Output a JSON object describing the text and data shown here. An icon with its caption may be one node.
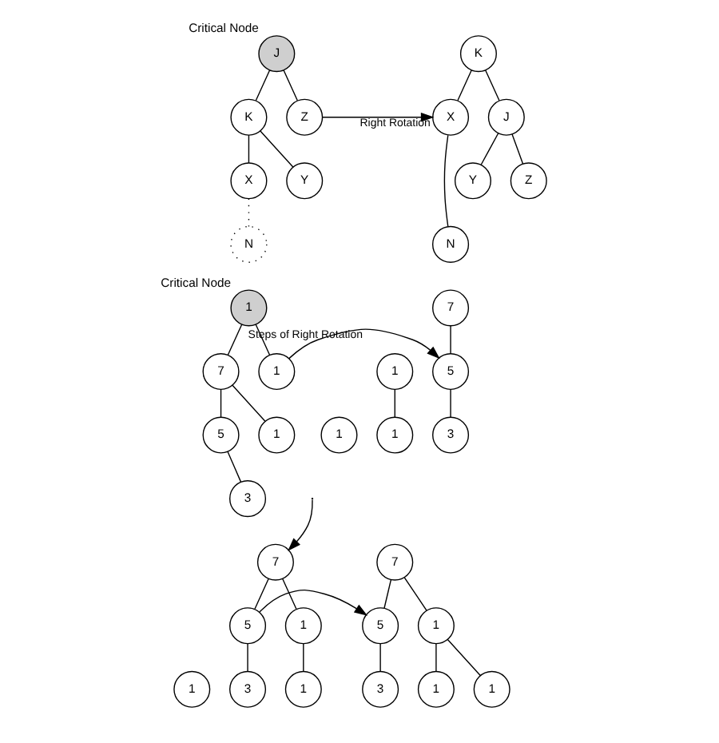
{
  "diagram": {
    "nodes": [
      {
        "text": [
          "J"
        ],
        "beside": [
          "Critical Node"
        ]
      },
      {
        "text": [
          "K"
        ]
      },
      {
        "text": [
          "Z"
        ]
      },
      {
        "text": [
          "X"
        ]
      },
      {
        "text": [
          "Y"
        ]
      },
      {
        "text": [
          "N"
        ]
      },
      {
        "text": [
          "K"
        ]
      },
      {
        "text": [
          "X"
        ]
      },
      {
        "text": [
          "J"
        ]
      },
      {
        "text": [
          "N"
        ]
      },
      {
        "text": [
          "Y"
        ]
      },
      {
        "text": [
          "Z"
        ]
      },
      {
        "text": [
          "1"
        ],
        "beside": [
          "Critical Node"
        ]
      },
      {
        "text": [
          "7"
        ]
      },
      {
        "text": [
          "1"
        ]
      },
      {
        "text": [
          "5"
        ]
      },
      {
        "text": [
          "1"
        ]
      },
      {
        "text": [
          "3"
        ]
      },
      {
        "text": [
          "7"
        ]
      },
      {
        "text": [
          "5"
        ]
      },
      {
        "text": [
          "1"
        ]
      },
      {
        "text": [
          "3"
        ]
      },
      {
        "text": [
          "1"
        ]
      },
      {
        "text": [
          "1"
        ]
      },
      {
        "text": [
          "7"
        ]
      },
      {
        "text": [
          "5"
        ]
      },
      {
        "text": [
          "1"
        ]
      },
      {
        "text": [
          "3"
        ]
      },
      {
        "text": [
          "1"
        ]
      },
      {
        "text": [
          "1"
        ]
      },
      {
        "text": [
          "7"
        ]
      },
      {
        "text": [
          "5"
        ]
      },
      {
        "text": [
          "1"
        ]
      },
      {
        "text": [
          "3"
        ]
      },
      {
        "text": [
          "1"
        ]
      },
      {
        "text": [
          "1"
        ]
      }
    ],
    "edges": [
      {
        "from": 0,
        "to": 1,
        "arrow": "none"
      },
      {
        "from": 0,
        "to": 2,
        "arrow": "none"
      },
      {
        "from": 1,
        "to": 3,
        "arrow": "none"
      },
      {
        "from": 1,
        "to": 4,
        "arrow": "none"
      },
      {
        "from": 3,
        "to": 5,
        "arrow": "none",
        "style": "dashed"
      },
      {
        "from": 2,
        "to": 7,
        "arrow": "to",
        "label": "Right Rotation"
      },
      {
        "from": 6,
        "to": 7,
        "arrow": "none"
      },
      {
        "from": 6,
        "to": 8,
        "arrow": "none"
      },
      {
        "from": 7,
        "to": 9,
        "arrow": "none"
      },
      {
        "from": 8,
        "to": 10,
        "arrow": "none"
      },
      {
        "from": 8,
        "to": 11,
        "arrow": "none"
      },
      {
        "from": 12,
        "to": 13,
        "arrow": "none"
      },
      {
        "from": 12,
        "to": 14,
        "arrow": "none"
      },
      {
        "from": 13,
        "to": 15,
        "arrow": "none"
      },
      {
        "from": 13,
        "to": 16,
        "arrow": "none"
      },
      {
        "from": 15,
        "to": 17,
        "arrow": "none"
      },
      {
        "from": 14,
        "to": 19,
        "arrow": "to",
        "label": "Steps of Right Rotation"
      },
      {
        "from": 18,
        "to": 19,
        "arrow": "none"
      },
      {
        "from": 19,
        "to": 21,
        "arrow": "none"
      },
      {
        "from": 20,
        "to": 23,
        "arrow": "none"
      },
      {
        "from": null,
        "to": 24,
        "arrow": "to"
      },
      {
        "from": 24,
        "to": 25,
        "arrow": "none"
      },
      {
        "from": 24,
        "to": 26,
        "arrow": "none"
      },
      {
        "from": 25,
        "to": 27,
        "arrow": "none"
      },
      {
        "from": 26,
        "to": 29,
        "arrow": "none"
      },
      {
        "from": 25,
        "to": 31,
        "arrow": "to"
      },
      {
        "from": 30,
        "to": 31,
        "arrow": "none"
      },
      {
        "from": 30,
        "to": 32,
        "arrow": "none"
      },
      {
        "from": 31,
        "to": 33,
        "arrow": "none"
      },
      {
        "from": 32,
        "to": 34,
        "arrow": "none"
      },
      {
        "from": 32,
        "to": 35,
        "arrow": "none"
      }
    ]
  }
}
